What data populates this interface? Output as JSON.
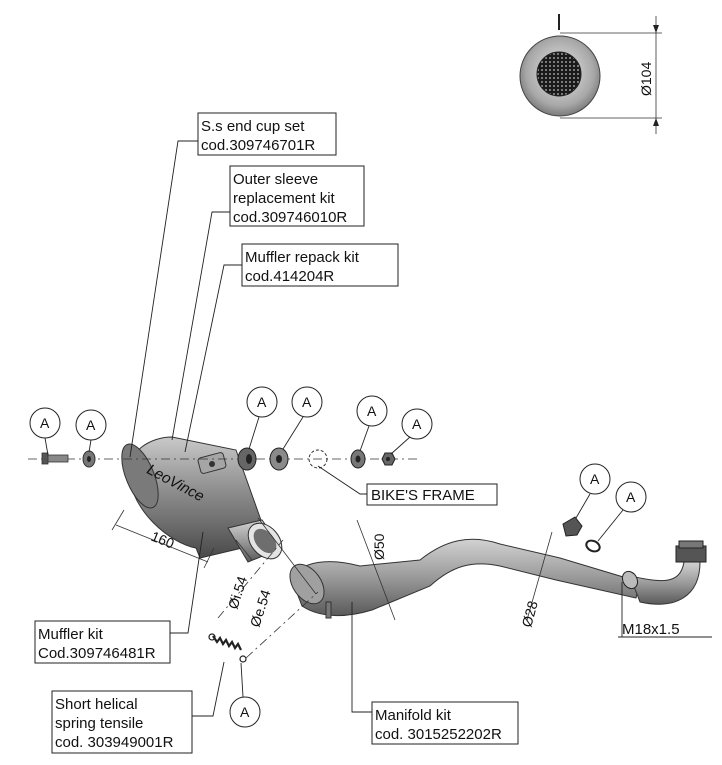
{
  "labels": {
    "end_cup": [
      "S.s end cup set",
      "cod.309746701R"
    ],
    "outer_sleeve": [
      "Outer sleeve",
      "replacement kit",
      "cod.309746010R"
    ],
    "repack": [
      "Muffler repack kit",
      "cod.414204R"
    ],
    "bikes_frame": "BIKE'S FRAME",
    "muffler_kit": [
      "Muffler kit",
      "Cod.309746481R"
    ],
    "spring": [
      "Short helical",
      "spring tensile",
      "cod. 303949001R"
    ],
    "manifold": [
      "Manifold kit",
      "cod. 3015252202R"
    ],
    "thread": "M18x1.5"
  },
  "dimensions": {
    "end_cap_diameter": "Ø104",
    "muffler_length": "160",
    "inner_diameter": "Øi.54",
    "outer_diameter": "Øe.54",
    "pipe_diameter_50": "Ø50",
    "pipe_diameter_28": "Ø28"
  },
  "callout_letter": "A",
  "brand_script": "LeoVince"
}
